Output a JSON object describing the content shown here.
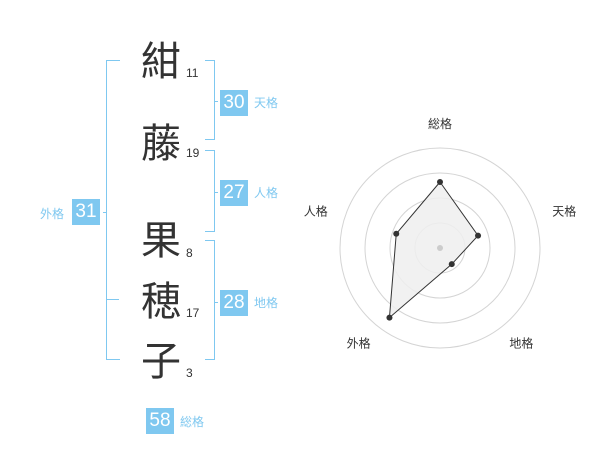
{
  "name": {
    "characters": [
      {
        "char": "紺",
        "strokes": "11"
      },
      {
        "char": "藤",
        "strokes": "19"
      },
      {
        "char": "果",
        "strokes": "8"
      },
      {
        "char": "穂",
        "strokes": "17"
      },
      {
        "char": "子",
        "strokes": "3"
      }
    ]
  },
  "fortunes": {
    "tenkaku": {
      "value": "30",
      "label": "天格"
    },
    "jinkaku": {
      "value": "27",
      "label": "人格"
    },
    "chikaku": {
      "value": "28",
      "label": "地格"
    },
    "gaikaku": {
      "value": "31",
      "label": "外格"
    },
    "soukaku": {
      "value": "58",
      "label": "総格"
    }
  },
  "colors": {
    "accent": "#7fc8f0",
    "text": "#333333",
    "grid": "#d4d4d4",
    "fill": "#eeeeee"
  },
  "chart_data": {
    "type": "radar",
    "axes": [
      "総格",
      "天格",
      "地格",
      "外格",
      "人格"
    ],
    "values": [
      3.3,
      2.0,
      1.0,
      4.3,
      2.3
    ],
    "max": 5,
    "rings": 4
  }
}
